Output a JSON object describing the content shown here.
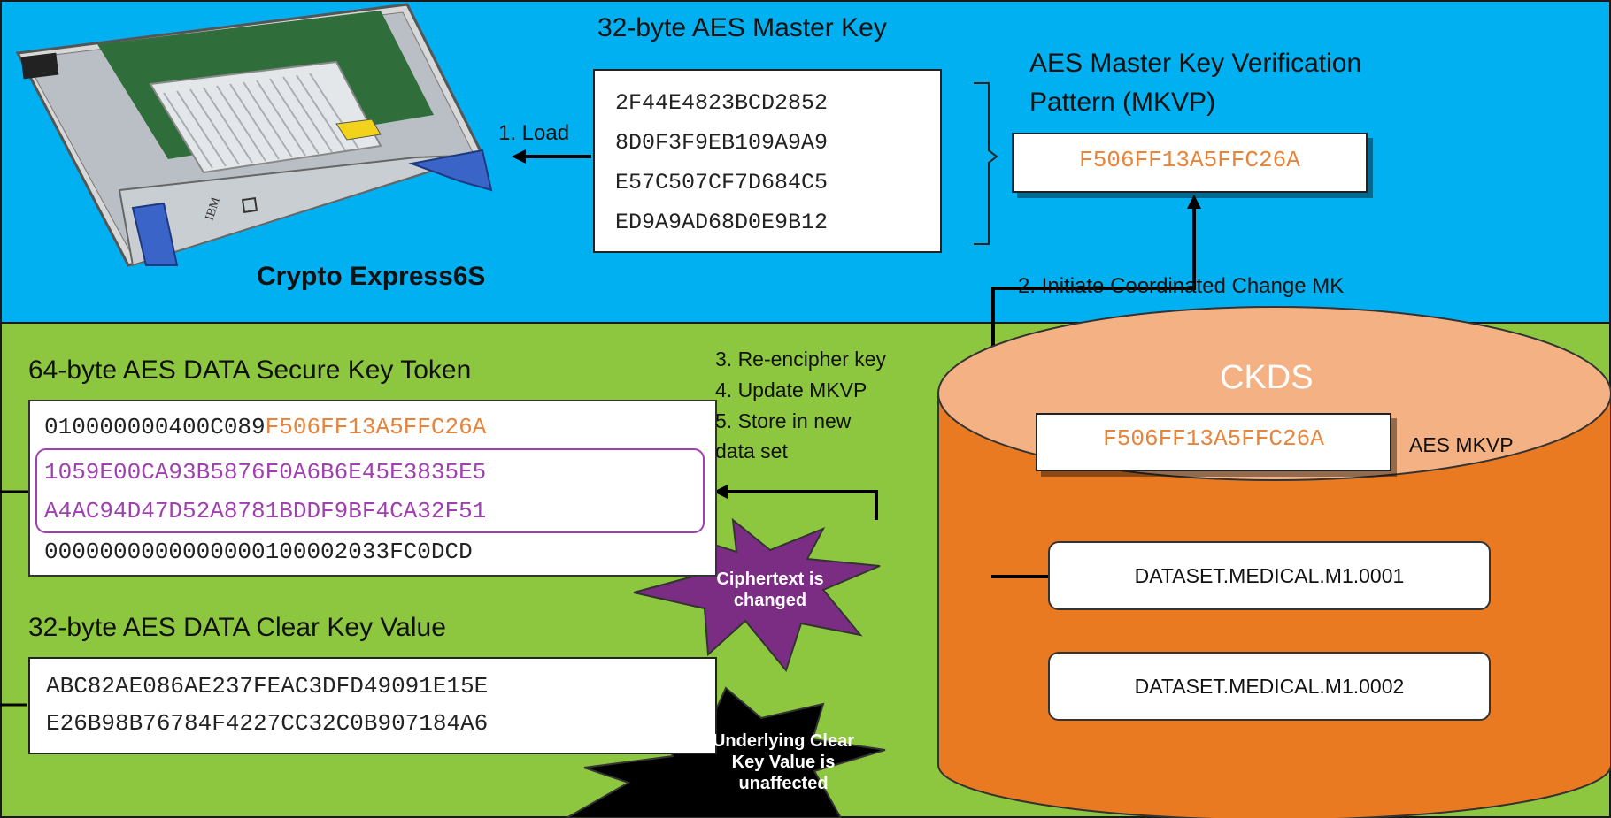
{
  "master_key": {
    "title": "32-byte AES Master Key",
    "lines": [
      "2F44E4823BCD2852",
      "8D0F3F9EB109A9A9",
      "E57C507CF7D684C5",
      "ED9A9AD68D0E9B12"
    ]
  },
  "mkvp": {
    "title_line1": "AES Master Key Verification",
    "title_line2": "Pattern (MKVP)",
    "value": "F506FF13A5FFC26A"
  },
  "card": {
    "label": "Crypto Express6S",
    "brand": "IBM"
  },
  "steps": {
    "load": "1. Load",
    "initiate": "2. Initiate Coordinated Change MK",
    "reencipher": "3. Re-encipher key",
    "update": "4. Update MKVP",
    "store_line1": "5. Store in new",
    "store_line2": "data set"
  },
  "secure_token": {
    "title": "64-byte AES DATA Secure Key Token",
    "line1_prefix": "010000000400C089",
    "line1_mkvp": "F506FF13A5FFC26A",
    "cipher_lines": [
      "1059E00CA93B5876F0A6B6E45E3835E5",
      "A4AC94D47D52A8781BDDF9BF4CA32F51"
    ],
    "line4": "0000000000000000100002033FC0DCD"
  },
  "clear_key": {
    "title": "32-byte AES DATA Clear Key Value",
    "lines": [
      "ABC82AE086AE237FEAC3DFD49091E15E",
      "E26B98B76784F4227CC32C0B907184A6"
    ]
  },
  "ckds": {
    "title": "CKDS",
    "mkvp_value": "F506FF13A5FFC26A",
    "mkvp_label": "AES MKVP",
    "datasets": [
      "DATASET.MEDICAL.M1.0001",
      "DATASET.MEDICAL.M1.0002"
    ]
  },
  "callouts": {
    "changed": [
      "Ciphertext is",
      "changed"
    ],
    "unaffected": [
      "Underlying Clear",
      "Key Value is",
      "unaffected"
    ]
  },
  "colors": {
    "top_bg": "#00b0f0",
    "bottom_bg": "#8dc63f",
    "mkvp_text": "#e8833a",
    "cipher_text": "#a040b0",
    "cylinder_body": "#e97a22",
    "cylinder_top": "#f4b183",
    "burst_purple": "#7b2c83",
    "burst_black": "#000000"
  }
}
